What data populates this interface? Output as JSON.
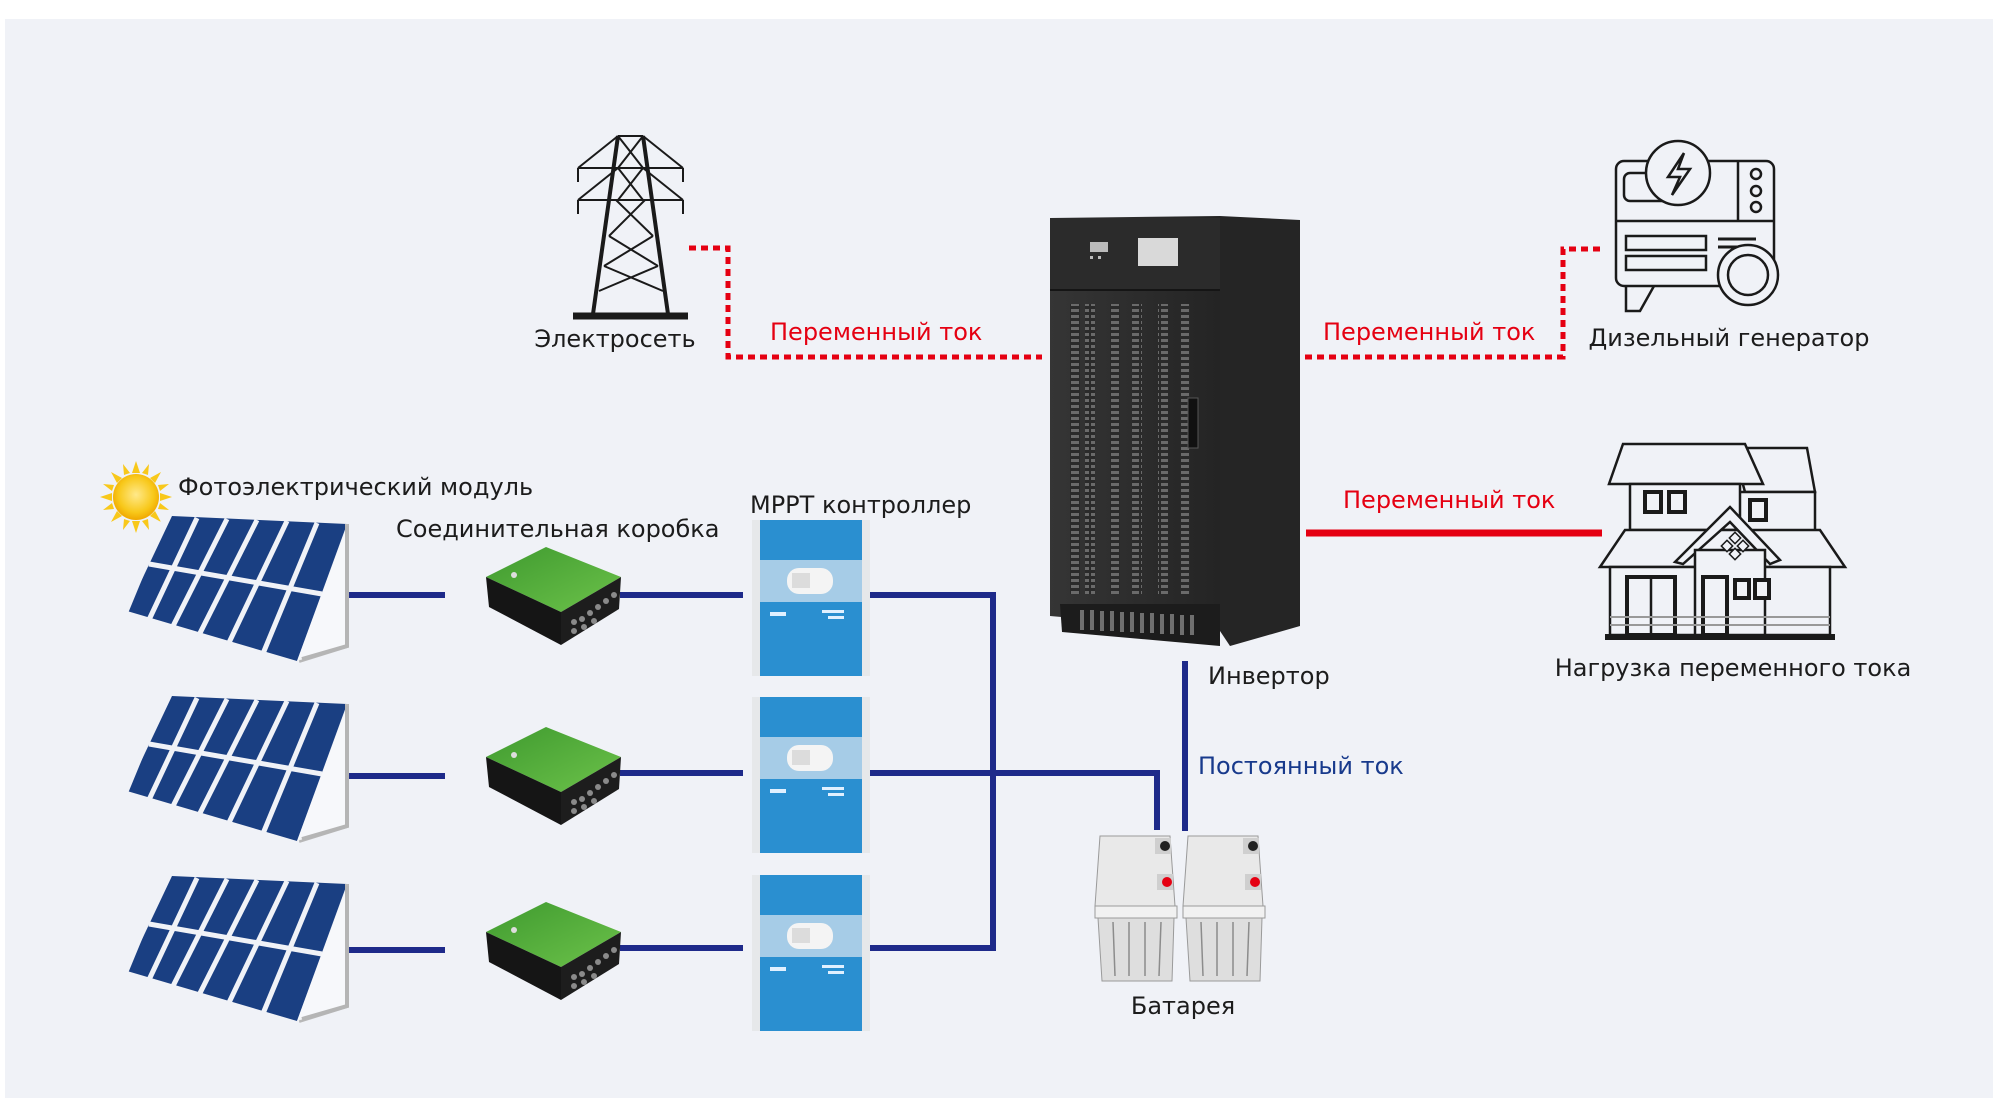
{
  "diagram": {
    "title": "",
    "colors": {
      "background": "#f0f2f7",
      "ac_line": "#e50012",
      "dc_line": "#1e2a8a",
      "dc_label": "#183a8c",
      "panel_blue": "#1a3f82",
      "mppt_blue": "#2a8fd0",
      "combiner_green": "#4aa33a",
      "inverter_body": "#2e2e2e"
    },
    "nodes": {
      "grid": {
        "label": "Электросеть",
        "icon": "power-tower-icon"
      },
      "diesel_generator": {
        "label": "Дизельный генератор",
        "icon": "generator-icon"
      },
      "inverter": {
        "label": "Инвертор",
        "icon": "inverter-cabinet-icon"
      },
      "ac_load": {
        "label": "Нагрузка переменного тока",
        "icon": "house-icon"
      },
      "battery": {
        "label": "Батарея",
        "icon": "battery-icon"
      },
      "pv_module": {
        "label": "Фотоэлектрический модуль",
        "icon": "solar-panel-icon",
        "count": 3
      },
      "junction_box": {
        "label": "Соединительная коробка",
        "icon": "combiner-box-icon",
        "count": 3
      },
      "mppt": {
        "label": "MPPT контроллер",
        "icon": "mppt-controller-icon",
        "count": 3
      },
      "sun": {
        "icon": "sun-icon"
      }
    },
    "links": [
      {
        "from": "grid",
        "to": "inverter",
        "label": "Переменный ток",
        "style": "dotted",
        "type": "AC"
      },
      {
        "from": "diesel_generator",
        "to": "inverter",
        "label": "Переменный ток",
        "style": "dotted",
        "type": "AC"
      },
      {
        "from": "inverter",
        "to": "ac_load",
        "label": "Переменный ток",
        "style": "solid",
        "type": "AC"
      },
      {
        "from": "battery",
        "to": "inverter",
        "label": "Постоянный ток",
        "style": "solid",
        "type": "DC"
      },
      {
        "from": "pv_module",
        "to": "junction_box",
        "label": "",
        "style": "solid",
        "type": "DC"
      },
      {
        "from": "junction_box",
        "to": "mppt",
        "label": "",
        "style": "solid",
        "type": "DC"
      },
      {
        "from": "mppt",
        "to": "battery",
        "label": "",
        "style": "solid",
        "type": "DC"
      }
    ]
  }
}
